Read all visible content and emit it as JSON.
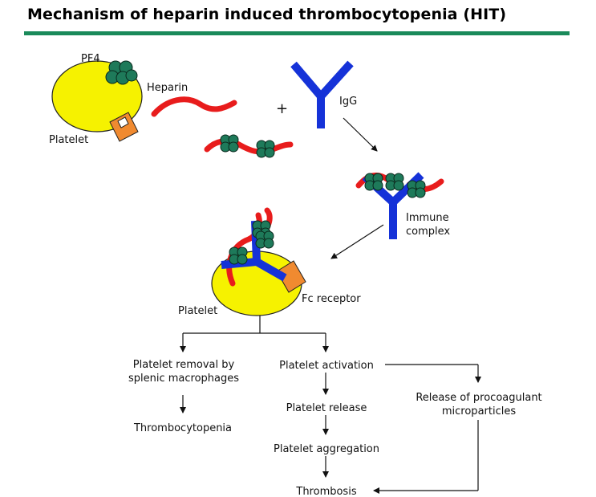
{
  "title": "Mechanism of heparin induced thrombocytopenia (HIT)",
  "labels": {
    "pf4": "PF4",
    "heparin": "Heparin",
    "platelet_top": "Platelet",
    "plus": "+",
    "igg": "IgG",
    "immune_1": "Immune",
    "immune_2": "complex",
    "fc_receptor": "Fc receptor",
    "platelet_mid": "Platelet"
  },
  "flow": {
    "removal_1": "Platelet removal by",
    "removal_2": "splenic macrophages",
    "thrombocytopenia": "Thrombocytopenia",
    "activation": "Platelet activation",
    "release": "Platelet release",
    "aggregation": "Platelet aggregation",
    "thrombosis": "Thrombosis",
    "procoag_1": "Release of procoagulant",
    "procoag_2": "microparticles"
  },
  "colors": {
    "platelet": "#f6f200",
    "pf4": "#1e7a5a",
    "heparin": "#e81c1c",
    "igg": "#1532d8",
    "receptor": "#f08a30",
    "title_rule": "#1a8a5a"
  }
}
